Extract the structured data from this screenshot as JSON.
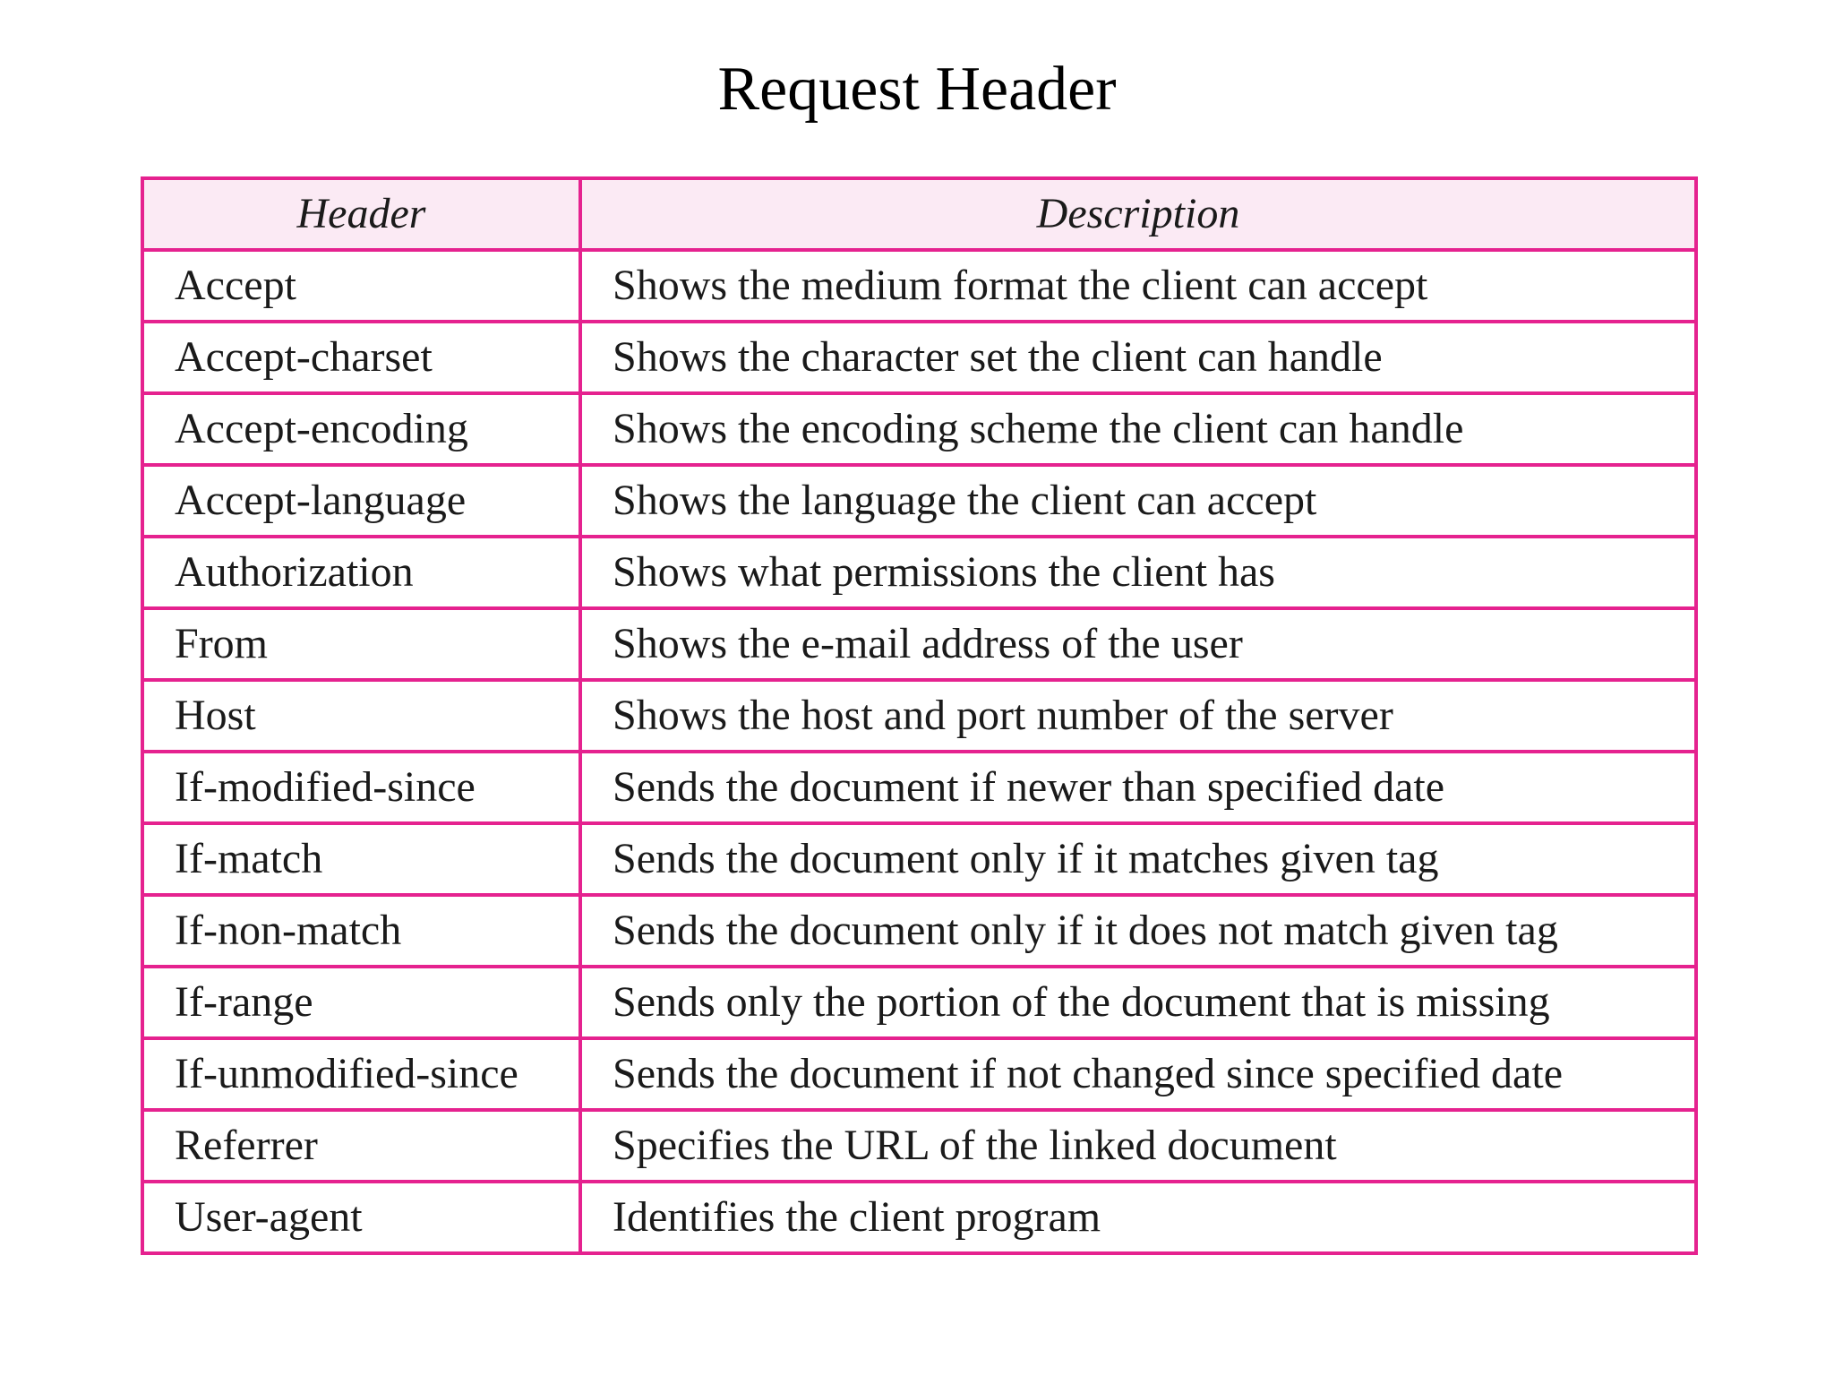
{
  "title": "Request Header",
  "table": {
    "columns": [
      "Header",
      "Description"
    ],
    "rows": [
      {
        "header": "Accept",
        "description": "Shows the medium format the client can accept"
      },
      {
        "header": "Accept-charset",
        "description": "Shows the character set the client can handle"
      },
      {
        "header": "Accept-encoding",
        "description": "Shows the encoding scheme the client can handle"
      },
      {
        "header": "Accept-language",
        "description": "Shows the language the client can accept"
      },
      {
        "header": "Authorization",
        "description": "Shows what permissions the client has"
      },
      {
        "header": "From",
        "description": "Shows the e-mail address of the user"
      },
      {
        "header": "Host",
        "description": "Shows the host and port number of the server"
      },
      {
        "header": "If-modified-since",
        "description": "Sends the document if newer than specified date"
      },
      {
        "header": "If-match",
        "description": "Sends the document only if it matches given tag"
      },
      {
        "header": "If-non-match",
        "description": "Sends the document only if it does not match given tag"
      },
      {
        "header": "If-range",
        "description": "Sends only the portion of the document that is missing"
      },
      {
        "header": "If-unmodified-since",
        "description": "Sends the document if not changed since specified date"
      },
      {
        "header": "Referrer",
        "description": "Specifies the URL of the linked document"
      },
      {
        "header": "User-agent",
        "description": "Identifies the client program"
      }
    ]
  },
  "colors": {
    "border": "#e5228f",
    "header_background": "#fbeaf4",
    "text": "#1a1a1a"
  }
}
